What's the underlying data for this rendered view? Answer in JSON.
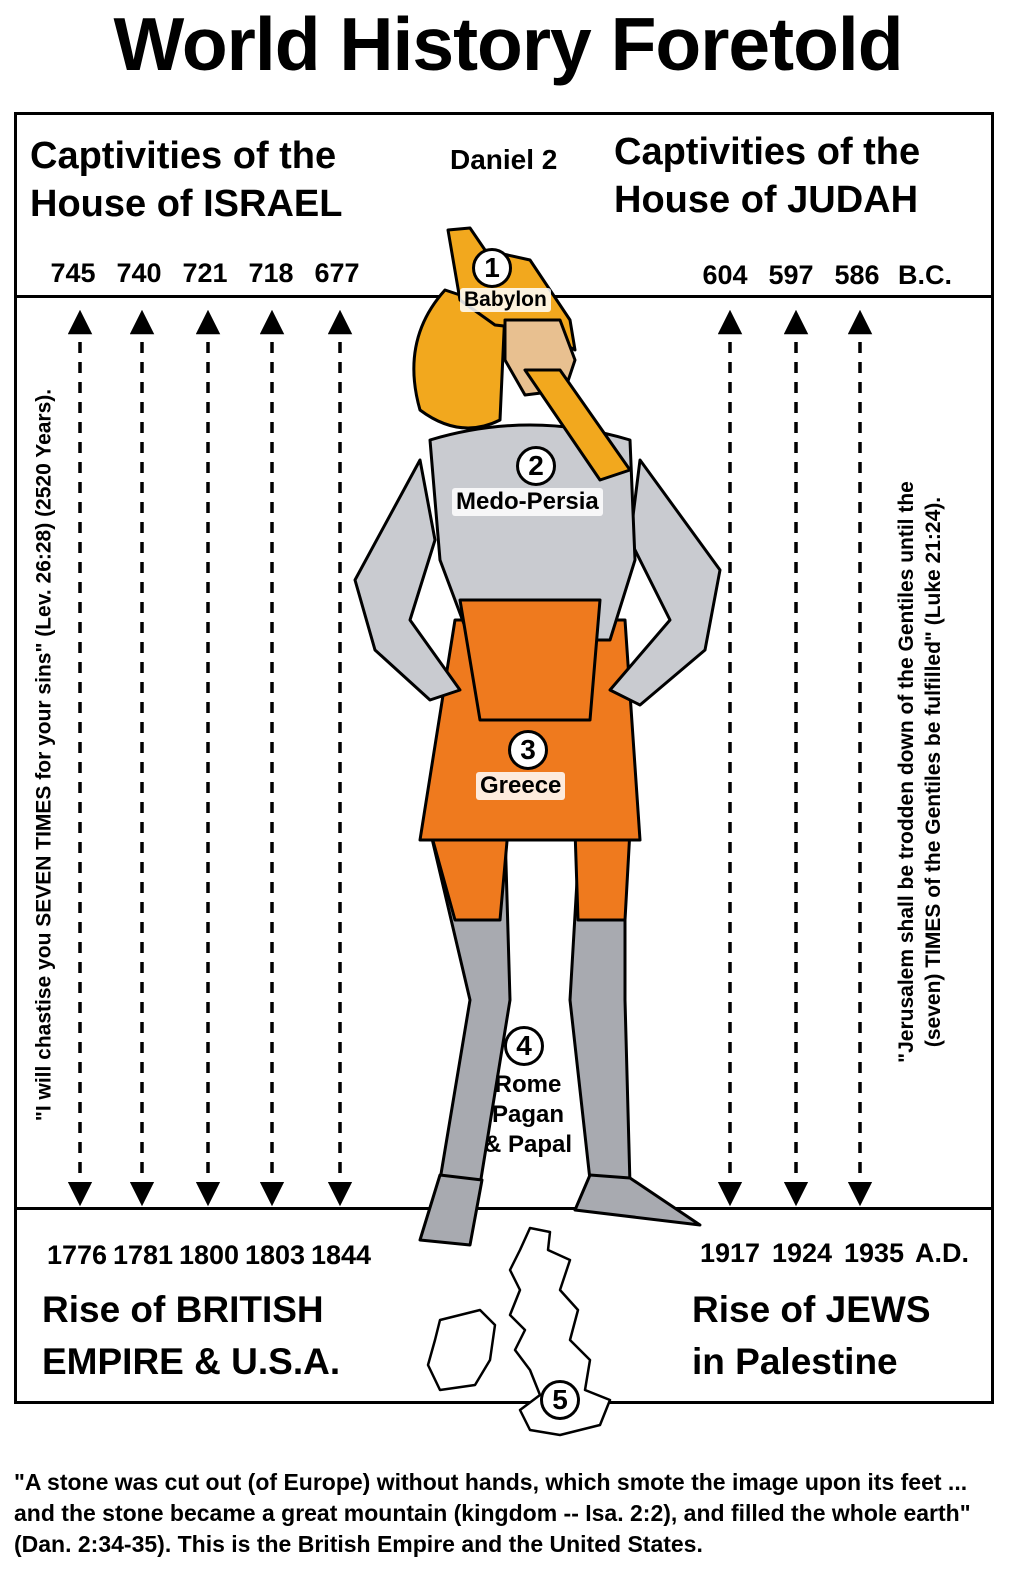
{
  "title": "World History Foretold",
  "daniel_label": "Daniel 2",
  "israel": {
    "heading_line1": "Captivities of the",
    "heading_line2": "House of ISRAEL",
    "bc_years": [
      "745",
      "740",
      "721",
      "718",
      "677"
    ],
    "ad_years": [
      "1776",
      "1781",
      "1800",
      "1803",
      "1844"
    ],
    "rise_line1": "Rise of BRITISH",
    "rise_line2": "EMPIRE & U.S.A.",
    "quote": "\"I will chastise you SEVEN TIMES for your sins\"  (Lev. 26:28) (2520 Years)."
  },
  "judah": {
    "heading_line1": "Captivities of the",
    "heading_line2": "House of JUDAH",
    "bc_years": [
      "604",
      "597",
      "586"
    ],
    "bc_suffix": "B.C.",
    "ad_years": [
      "1917",
      "1924",
      "1935"
    ],
    "ad_suffix": "A.D.",
    "rise_line1": "Rise of JEWS",
    "rise_line2": "in Palestine",
    "quote_line1": "\"Jerusalem shall be trodden down of the Gentiles until the",
    "quote_line2": "(seven) TIMES of the Gentiles  be fulfilled\" (Luke 21:24)."
  },
  "image_parts": [
    {
      "number": "1",
      "label": "Babylon",
      "color": "#f2a81e"
    },
    {
      "number": "2",
      "label": "Medo-Persia",
      "color": "#c9cbd0"
    },
    {
      "number": "3",
      "label": "Greece",
      "color": "#ef7a1e"
    },
    {
      "number": "4",
      "label_line1": "Rome",
      "label_line2": "Pagan",
      "label_line3": "& Papal",
      "color": "#a8aab0"
    },
    {
      "number": "5"
    }
  ],
  "bottom_quote": "\"A stone was cut out (of Europe) without hands, which smote the image upon its feet ... and the stone became a great mountain (kingdom -- Isa. 2:2), and filled the whole earth\" (Dan. 2:34-35).  This is the British Empire and the United States."
}
